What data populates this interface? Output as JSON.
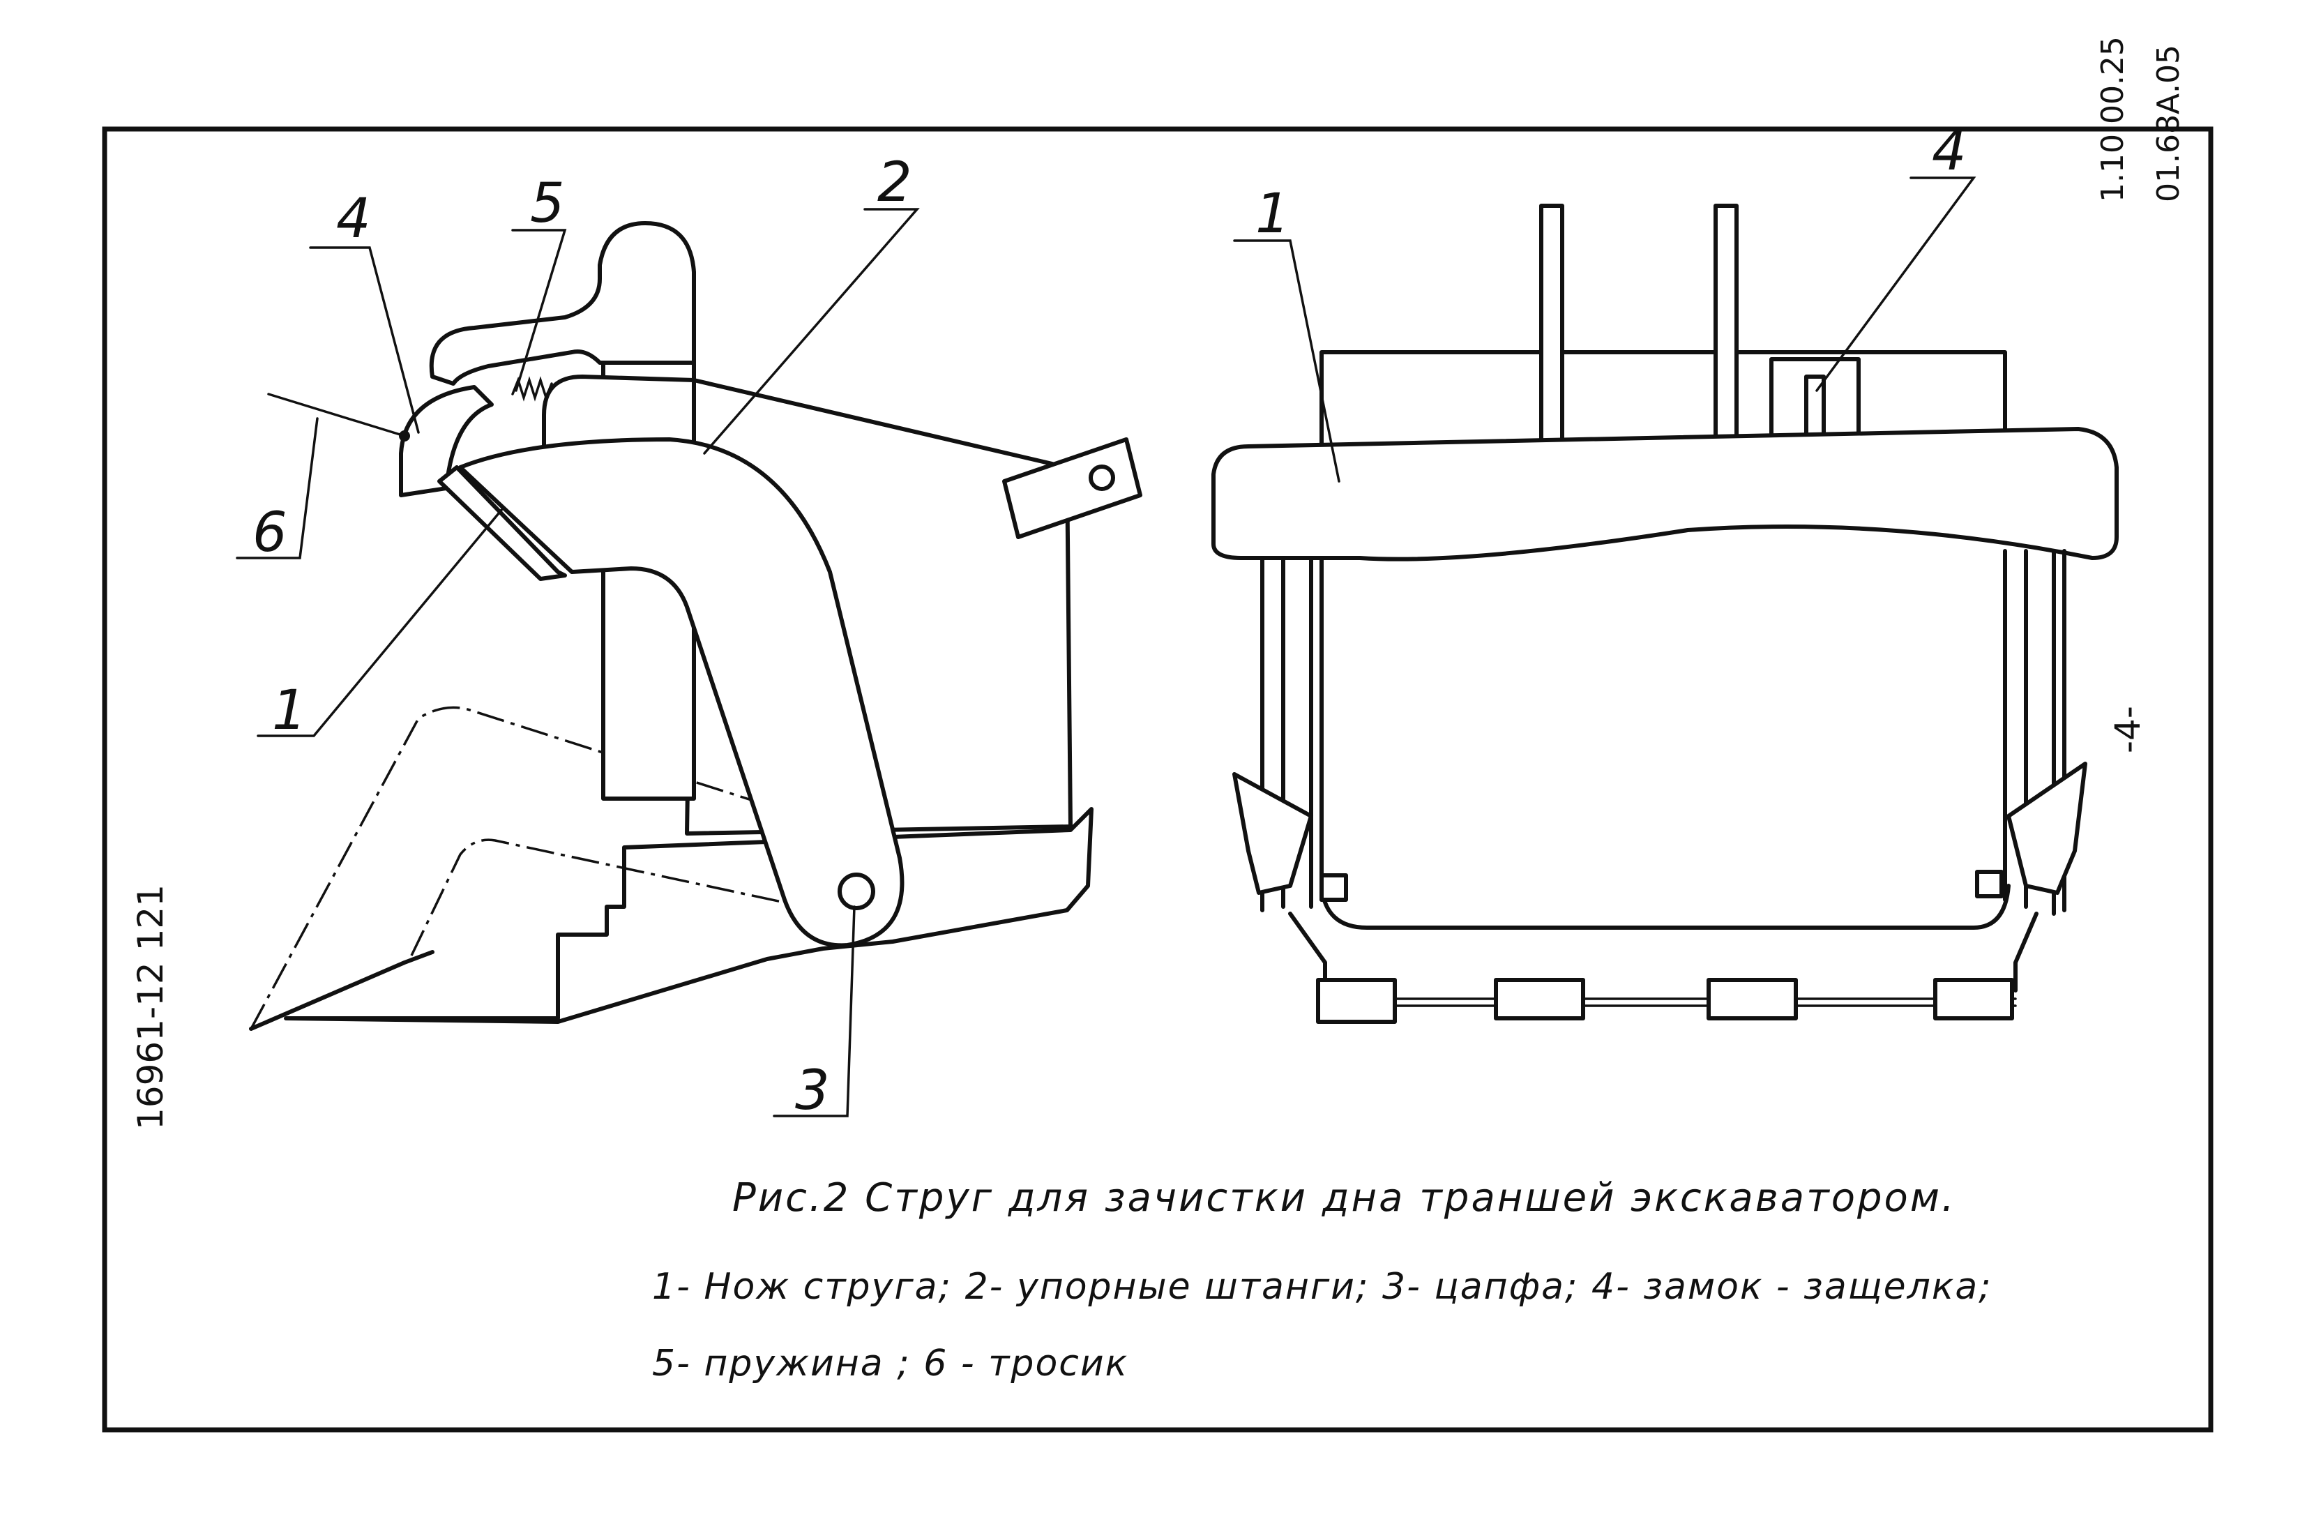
{
  "figure": {
    "caption": "Рис.2  Струг  для  зачистки  дна  траншей  экскаватором.",
    "legend_line1": "1- Нож  струга;  2- упорные   штанги;  3- цапфа;  4- замок - защелка;",
    "legend_line2": "5-  пружина ;   6 - тросик",
    "callouts": {
      "left_1": "1",
      "left_2": "2",
      "left_3": "3",
      "left_4": "4",
      "left_5": "5",
      "left_6": "6",
      "right_1": "1",
      "right_4": "4"
    }
  },
  "margin": {
    "doc_code_line1": "01.68А.05",
    "doc_code_line2": "1.10.00.25",
    "page_number": "-4-",
    "archive_number": "16961-12   121"
  }
}
